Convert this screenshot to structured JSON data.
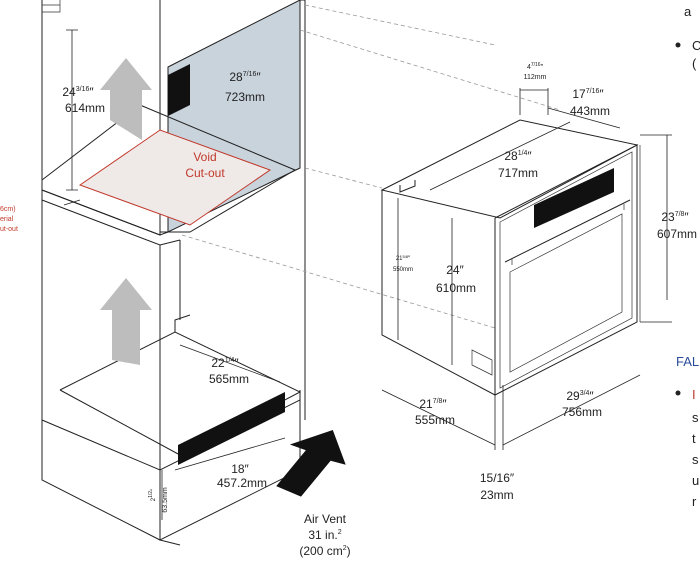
{
  "cabinet": {
    "upper_height": {
      "imperial": "24",
      "imperial_frac": "3/16",
      "unit": "″",
      "metric": "614mm"
    },
    "opening_width": {
      "imperial": "28",
      "imperial_frac": "7/16",
      "unit": "″",
      "metric": "723mm"
    },
    "void_label_1": "Void",
    "void_label_2": "Cut-out",
    "left_note": [
      "6cm)",
      "erial",
      "ut-out"
    ],
    "lower_depth": {
      "imperial": "22",
      "imperial_frac": "1/4",
      "unit": "″",
      "metric": "565mm"
    },
    "vent_width": {
      "imperial": "18″",
      "metric": "457.2mm"
    },
    "vent_height": {
      "imperial": "2",
      "imperial_frac": "1/2",
      "unit": "″",
      "metric": "63.5mm"
    },
    "air_vent": {
      "title": "Air Vent",
      "area": "31 in.",
      "area_sup": "2",
      "area_metric": "(200 cm",
      "area_metric_sup": "2",
      "area_metric_close": ")"
    }
  },
  "oven": {
    "flange": {
      "imperial": "4",
      "imperial_frac": "7/16",
      "unit": "″",
      "metric": "112mm"
    },
    "depth_top": {
      "imperial": "17",
      "imperial_frac": "7/16",
      "unit": "″",
      "metric": "443mm"
    },
    "body_width": {
      "imperial": "28",
      "imperial_frac": "1/4",
      "unit": "″",
      "metric": "717mm"
    },
    "front_height": {
      "imperial": "23",
      "imperial_frac": "7/8",
      "unit": "″",
      "metric": "607mm"
    },
    "side_height": {
      "imperial": "21",
      "imperial_frac": "5/8",
      "unit": "″",
      "metric": "550mm"
    },
    "body_height": {
      "imperial": "24″",
      "metric": "610mm"
    },
    "depth_bottom": {
      "imperial": "21",
      "imperial_frac": "7/8",
      "unit": "″",
      "metric": "555mm"
    },
    "front_width": {
      "imperial": "29",
      "imperial_frac": "3/4",
      "unit": "″",
      "metric": "756mm"
    },
    "door_thickness": {
      "imperial": "15/16″",
      "metric": "23mm"
    }
  },
  "side_text": {
    "line_a": "a",
    "bullet1": "C",
    "bullet1_cont": "(",
    "heading": "FAL",
    "bullet2_lines": [
      "I",
      "s",
      "t",
      "s",
      "u",
      "r"
    ]
  },
  "colors": {
    "void_fill": "#c9d3dc",
    "void_outline": "#c0392b",
    "arrow": "#bdbdbd",
    "heading": "#2a4d9a"
  }
}
